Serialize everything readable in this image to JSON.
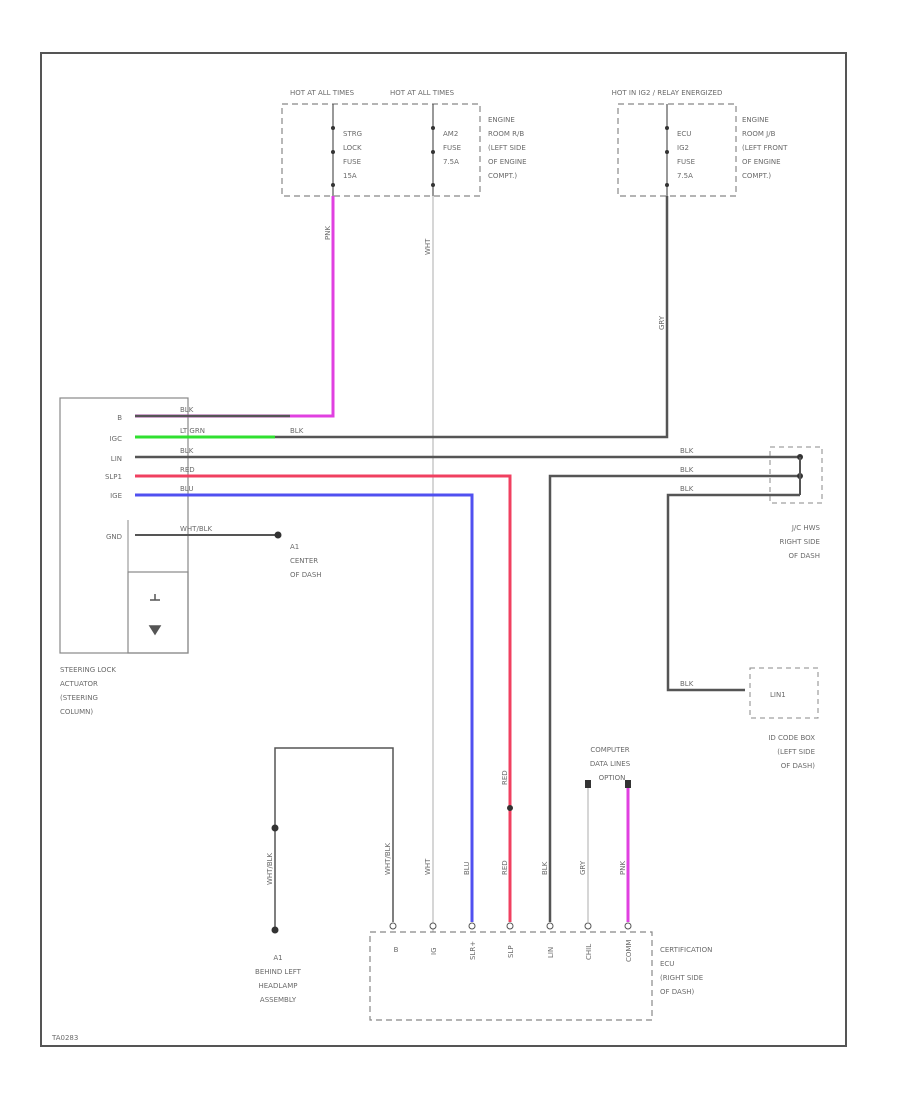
{
  "fuses": {
    "hot_all_times_1": "HOT AT ALL TIMES",
    "hot_all_times_2": "HOT AT ALL TIMES",
    "hot_ig2": "HOT IN IG2 / RELAY ENERGIZED",
    "strg_lock": [
      "STRG",
      "LOCK",
      "FUSE",
      "15A"
    ],
    "am2": [
      "AM2",
      "FUSE",
      "7.5A"
    ],
    "ecu_ig2": [
      "ECU",
      "IG2",
      "FUSE",
      "7.5A"
    ],
    "er_rb": [
      "ENGINE",
      "ROOM R/B",
      "(LEFT SIDE",
      "OF ENGINE",
      "COMPT.)"
    ],
    "er_jb": [
      "ENGINE",
      "ROOM J/B",
      "(LEFT FRONT",
      "OF ENGINE",
      "COMPT.)"
    ]
  },
  "actuator": {
    "pins": [
      "B",
      "IGC",
      "LIN",
      "SLP1",
      "IGE",
      "",
      "GND"
    ],
    "label": [
      "STEERING LOCK",
      "ACTUATOR",
      "(STEERING",
      "COLUMN)"
    ]
  },
  "wire_labels": {
    "pnk": "PNK",
    "wht": "WHT",
    "blu": "BLU",
    "blk": "BLK",
    "lt_grn": "LT GRN",
    "red": "RED",
    "wht_blk": "WHT/BLK",
    "gry": "GRY"
  },
  "grounds": {
    "center": [
      "A1",
      "CENTER",
      "OF DASH"
    ],
    "left_hl": [
      "A1",
      "BEHIND LEFT",
      "HEADLAMP",
      "ASSEMBLY"
    ]
  },
  "jc": {
    "label": [
      "J/C HWS",
      "RIGHT SIDE",
      "OF DASH"
    ]
  },
  "id_code": {
    "box": "LIN1",
    "label": [
      "ID CODE BOX",
      "(LEFT SIDE",
      "OF DASH)"
    ]
  },
  "computer_lines": {
    "label": [
      "COMPUTER",
      "DATA LINES"
    ],
    "tag": "OPTION"
  },
  "ecu": {
    "pins": [
      "B",
      "IG",
      "SLR+",
      "SLP",
      "LIN",
      "CHIL",
      "COMM"
    ],
    "label": [
      "CERTIFICATION",
      "ECU",
      "(RIGHT SIDE",
      "OF DASH)"
    ]
  },
  "footer": "TA0283"
}
